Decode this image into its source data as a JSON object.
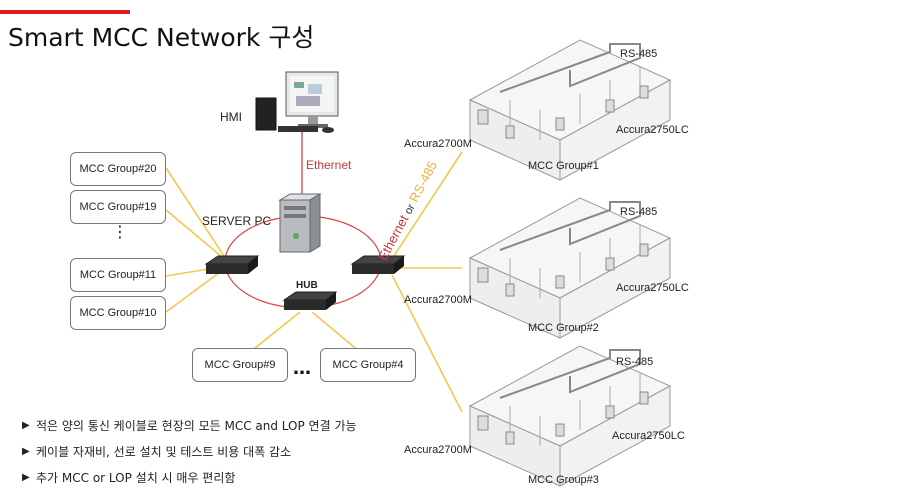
{
  "title": "Smart MCC Network 구성",
  "hmi_label": "HMI",
  "ethernet_label": "Ethernet",
  "server_label": "SERVER PC",
  "hub_label": "HUB",
  "link_label": {
    "ethernet": "Ethernet",
    "or": "or",
    "rs485": "RS-485"
  },
  "left_groups": [
    "MCC Group#20",
    "MCC Group#19",
    "MCC Group#11",
    "MCC Group#10"
  ],
  "bottom_groups": [
    "MCC Group#9",
    "MCC Group#4"
  ],
  "vertical_ellipsis": "⋮",
  "horizontal_ellipsis": "…",
  "mcc_sites": [
    {
      "rs485": "RS-485",
      "device_main": "Accura2700M",
      "device_lc": "Accura2750LC",
      "group": "MCC Group#1"
    },
    {
      "rs485": "RS-485",
      "device_main": "Accura2700M",
      "device_lc": "Accura2750LC",
      "group": "MCC Group#2"
    },
    {
      "rs485": "RS-485",
      "device_main": "Accura2700M",
      "device_lc": "Accura2750LC",
      "group": "MCC Group#3"
    }
  ],
  "bullets": [
    "적은 양의 통신 케이블로 현장의 모든 MCC and LOP 연결 가능",
    "케이블 자재비, 선로 설치 및 테스트 비용 대폭 감소",
    "추가 MCC or LOP 설치 시 매우 편리함"
  ],
  "colors": {
    "accent_red": "#e11a1a",
    "ethernet": "#c23b3b",
    "yellow_line": "#f2c94c",
    "ring": "#e04040"
  }
}
